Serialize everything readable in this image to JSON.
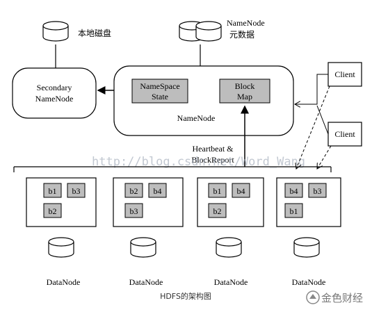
{
  "local_disk": {
    "label": "本地磁盘"
  },
  "namenode_meta": {
    "line1": "NameNode",
    "line2": "元数据"
  },
  "secondary": {
    "line1": "Secondary",
    "line2": "NameNode"
  },
  "namenode": {
    "label": "NameNode",
    "namespace_line1": "NameSpace",
    "namespace_line2": "State",
    "blockmap_line1": "Block",
    "blockmap_line2": "Map"
  },
  "clients": [
    "Client",
    "Client"
  ],
  "heartbeat": {
    "line1": "Heartbeat &",
    "line2": "BlockReport"
  },
  "datanodes": [
    {
      "label": "DataNode",
      "blocks": [
        "b1",
        "b3",
        "b2"
      ]
    },
    {
      "label": "DataNode",
      "blocks": [
        "b2",
        "b4",
        "b3"
      ]
    },
    {
      "label": "DataNode",
      "blocks": [
        "b1",
        "b4",
        "b2"
      ]
    },
    {
      "label": "DataNode",
      "blocks": [
        "b4",
        "b3",
        "b1"
      ]
    }
  ],
  "watermark": "http://blog.csdn.net/Word_Wang",
  "caption": "HDFS的架构图",
  "logo": {
    "text": "金色财经"
  },
  "colors": {
    "block_fill": "#bdbdbd",
    "line": "#000000"
  }
}
